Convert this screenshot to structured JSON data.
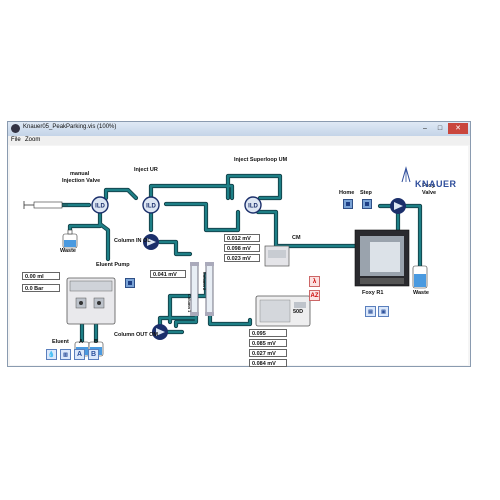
{
  "window": {
    "title": "Knauer05_PeakParking.vis (100%)",
    "menu": [
      "File",
      "Zoom"
    ],
    "controls": [
      "–",
      "□",
      "✕"
    ]
  },
  "brand": {
    "logo_text": "KNAUER",
    "color": "#2e4d9b"
  },
  "labels": {
    "manual_injection_valve": [
      "manual",
      "Injection Valve"
    ],
    "inject_ur": "Inject UR",
    "inject_superloop": "Inject Superloop UM",
    "home": "Home",
    "step": "Step",
    "foxy_valve": [
      "Foxy",
      "Valve"
    ],
    "waste_left": "Waste",
    "column_in": "Column IN OL",
    "cm": "CM",
    "eluent_pump": "Eluent Pump",
    "foxy_r1": "Foxy R1",
    "waste_right": "Waste",
    "column_1": "Column 1",
    "column_2": "Column 2",
    "s0d": "50D",
    "column_out": "Column OUT OM",
    "eluent": "Eluent",
    "eluent_a": "A",
    "eluent_b": "B"
  },
  "readouts": {
    "pump_volume": "0.00 ml",
    "pump_pressure": "0.0 Bar",
    "cm_signals": [
      "0.012 mV",
      "0.098 mV",
      "0.023 mV"
    ],
    "column_signal": "0.041 mV",
    "detector_values": [
      "0.095",
      "0.085 mV",
      "0.027 mV",
      "0.084 mV"
    ]
  },
  "buttons": {
    "lambda": "λ",
    "az": "AZ",
    "a": "A",
    "b": "B"
  },
  "colors": {
    "tubing": "#1e7f86",
    "tubing_dark": "#123f47",
    "valve": "#1b2f6b",
    "bottle_liquid": "#4a9ae0"
  }
}
